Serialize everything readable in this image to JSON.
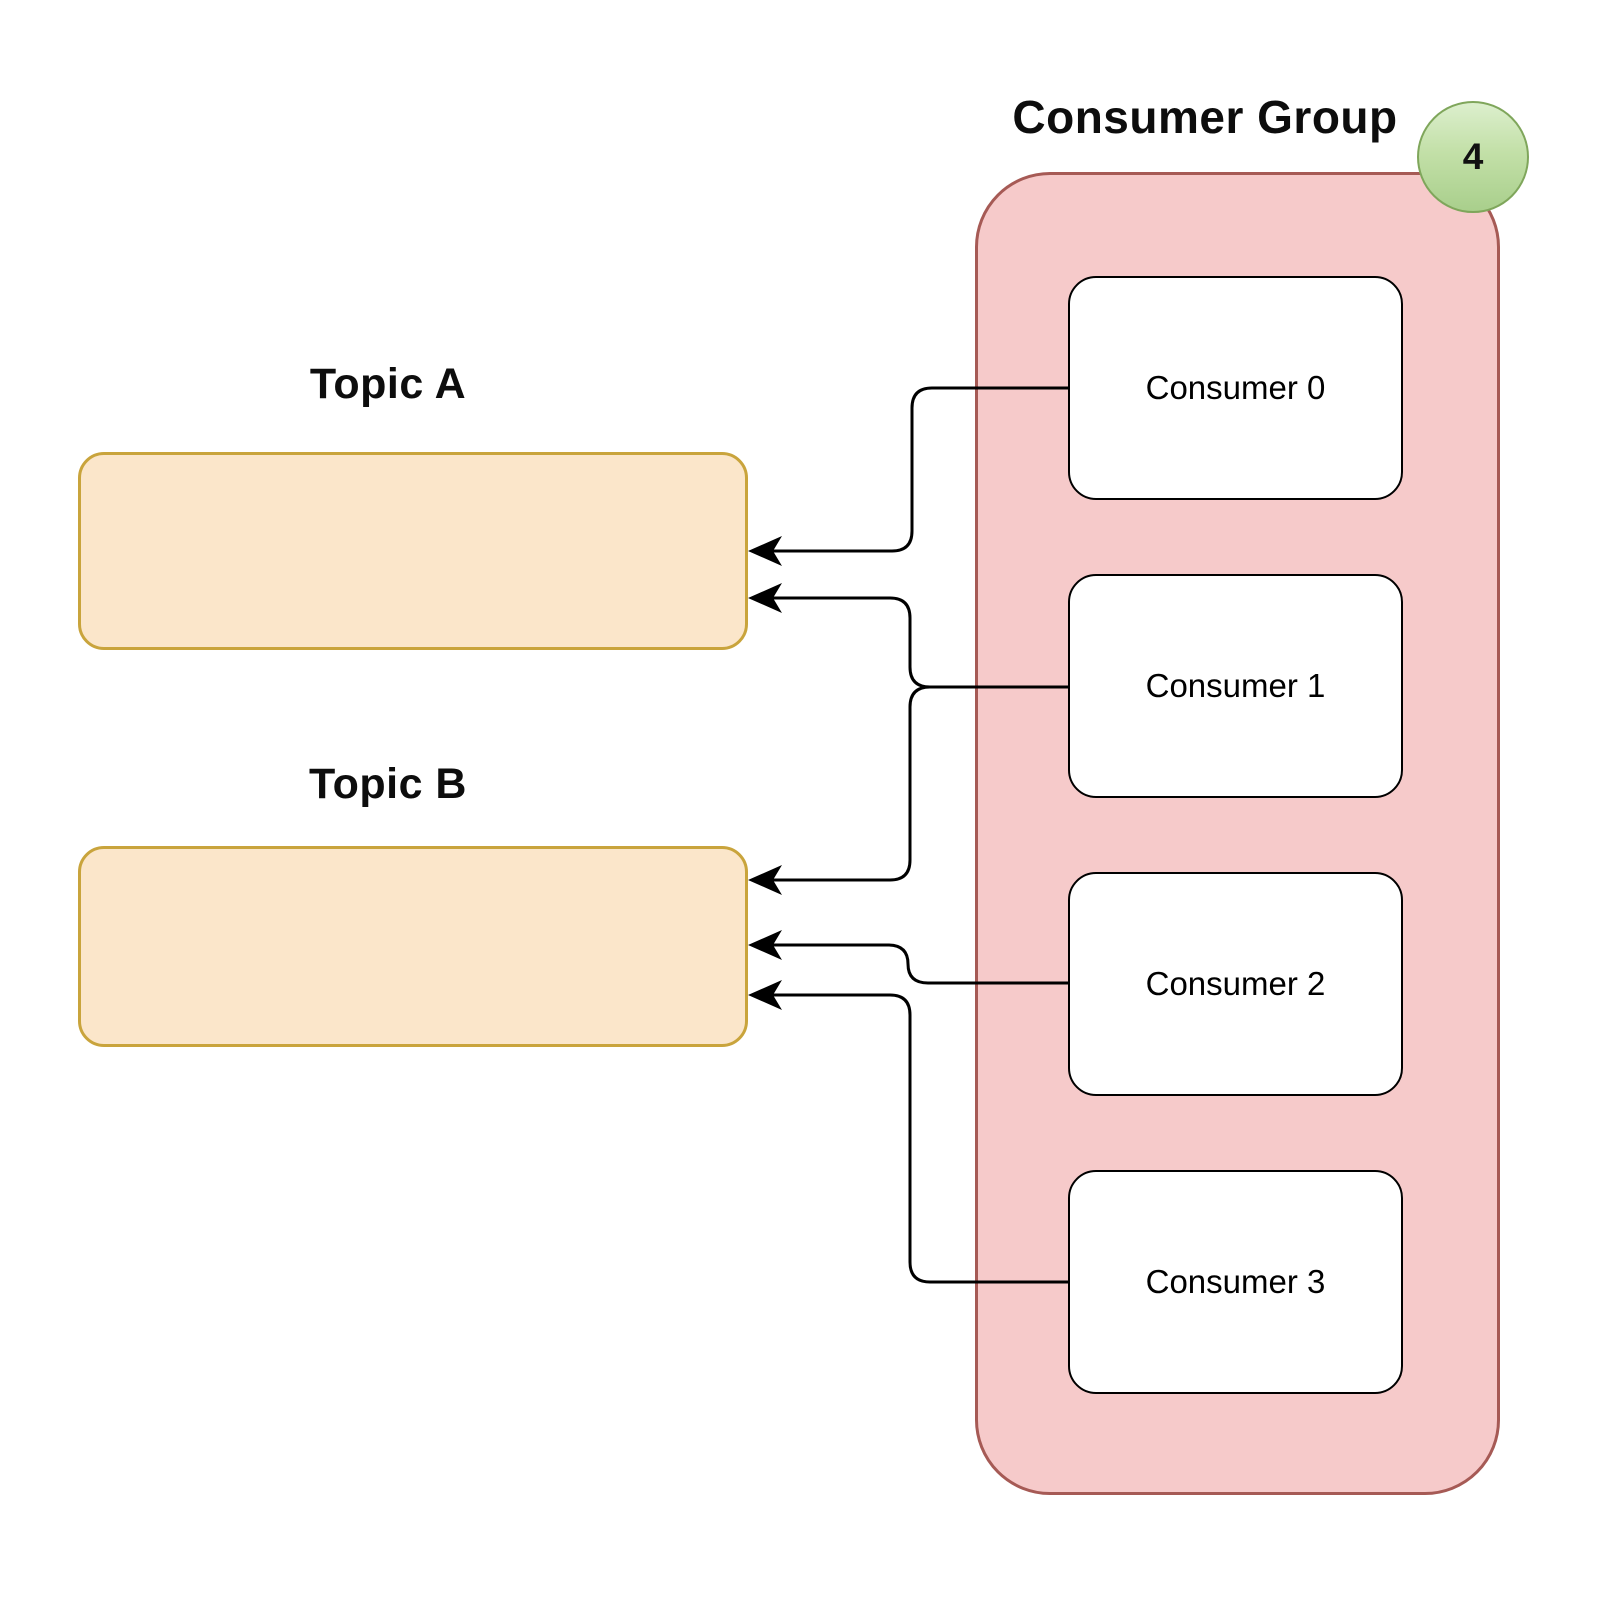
{
  "diagram": {
    "consumer_group": {
      "title": "Consumer Group",
      "badge_count": "4",
      "consumers": [
        {
          "label": "Consumer 0"
        },
        {
          "label": "Consumer 1"
        },
        {
          "label": "Consumer 2"
        },
        {
          "label": "Consumer 3"
        }
      ]
    },
    "topics": [
      {
        "label": "Topic A"
      },
      {
        "label": "Topic B"
      }
    ],
    "edges": [
      {
        "from": "Consumer 0",
        "to": "Topic A"
      },
      {
        "from": "Consumer 1",
        "to": "Topic A"
      },
      {
        "from": "Consumer 1",
        "to": "Topic B"
      },
      {
        "from": "Consumer 2",
        "to": "Topic B"
      },
      {
        "from": "Consumer 3",
        "to": "Topic B"
      }
    ],
    "colors": {
      "topic_fill": "#FBE6CA",
      "topic_stroke": "#C9A43C",
      "group_fill": "#F6CACA",
      "group_stroke": "#A65A55",
      "badge_fill_top": "#DCEFCD",
      "badge_fill_bottom": "#A9CF8C",
      "badge_stroke": "#7FA65B",
      "consumer_fill": "#FFFFFF",
      "line_color": "#000000",
      "text_color": "#0D0D0D"
    }
  }
}
